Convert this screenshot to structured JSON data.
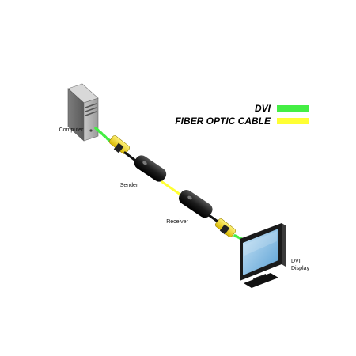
{
  "legend": {
    "dvi_label": "DVI",
    "fiber_label": "FIBER OPTIC CABLE",
    "dvi_color": "#44ee44",
    "fiber_color": "#ffff33"
  },
  "labels": {
    "computer": "Computer",
    "sender": "Sender",
    "receiver": "Receiver",
    "display_line1": "DVI",
    "display_line2": "Display"
  },
  "icons": {
    "computer": "computer-tower-icon",
    "sender": "sender-unit-icon",
    "receiver": "receiver-unit-icon",
    "display": "monitor-icon"
  }
}
